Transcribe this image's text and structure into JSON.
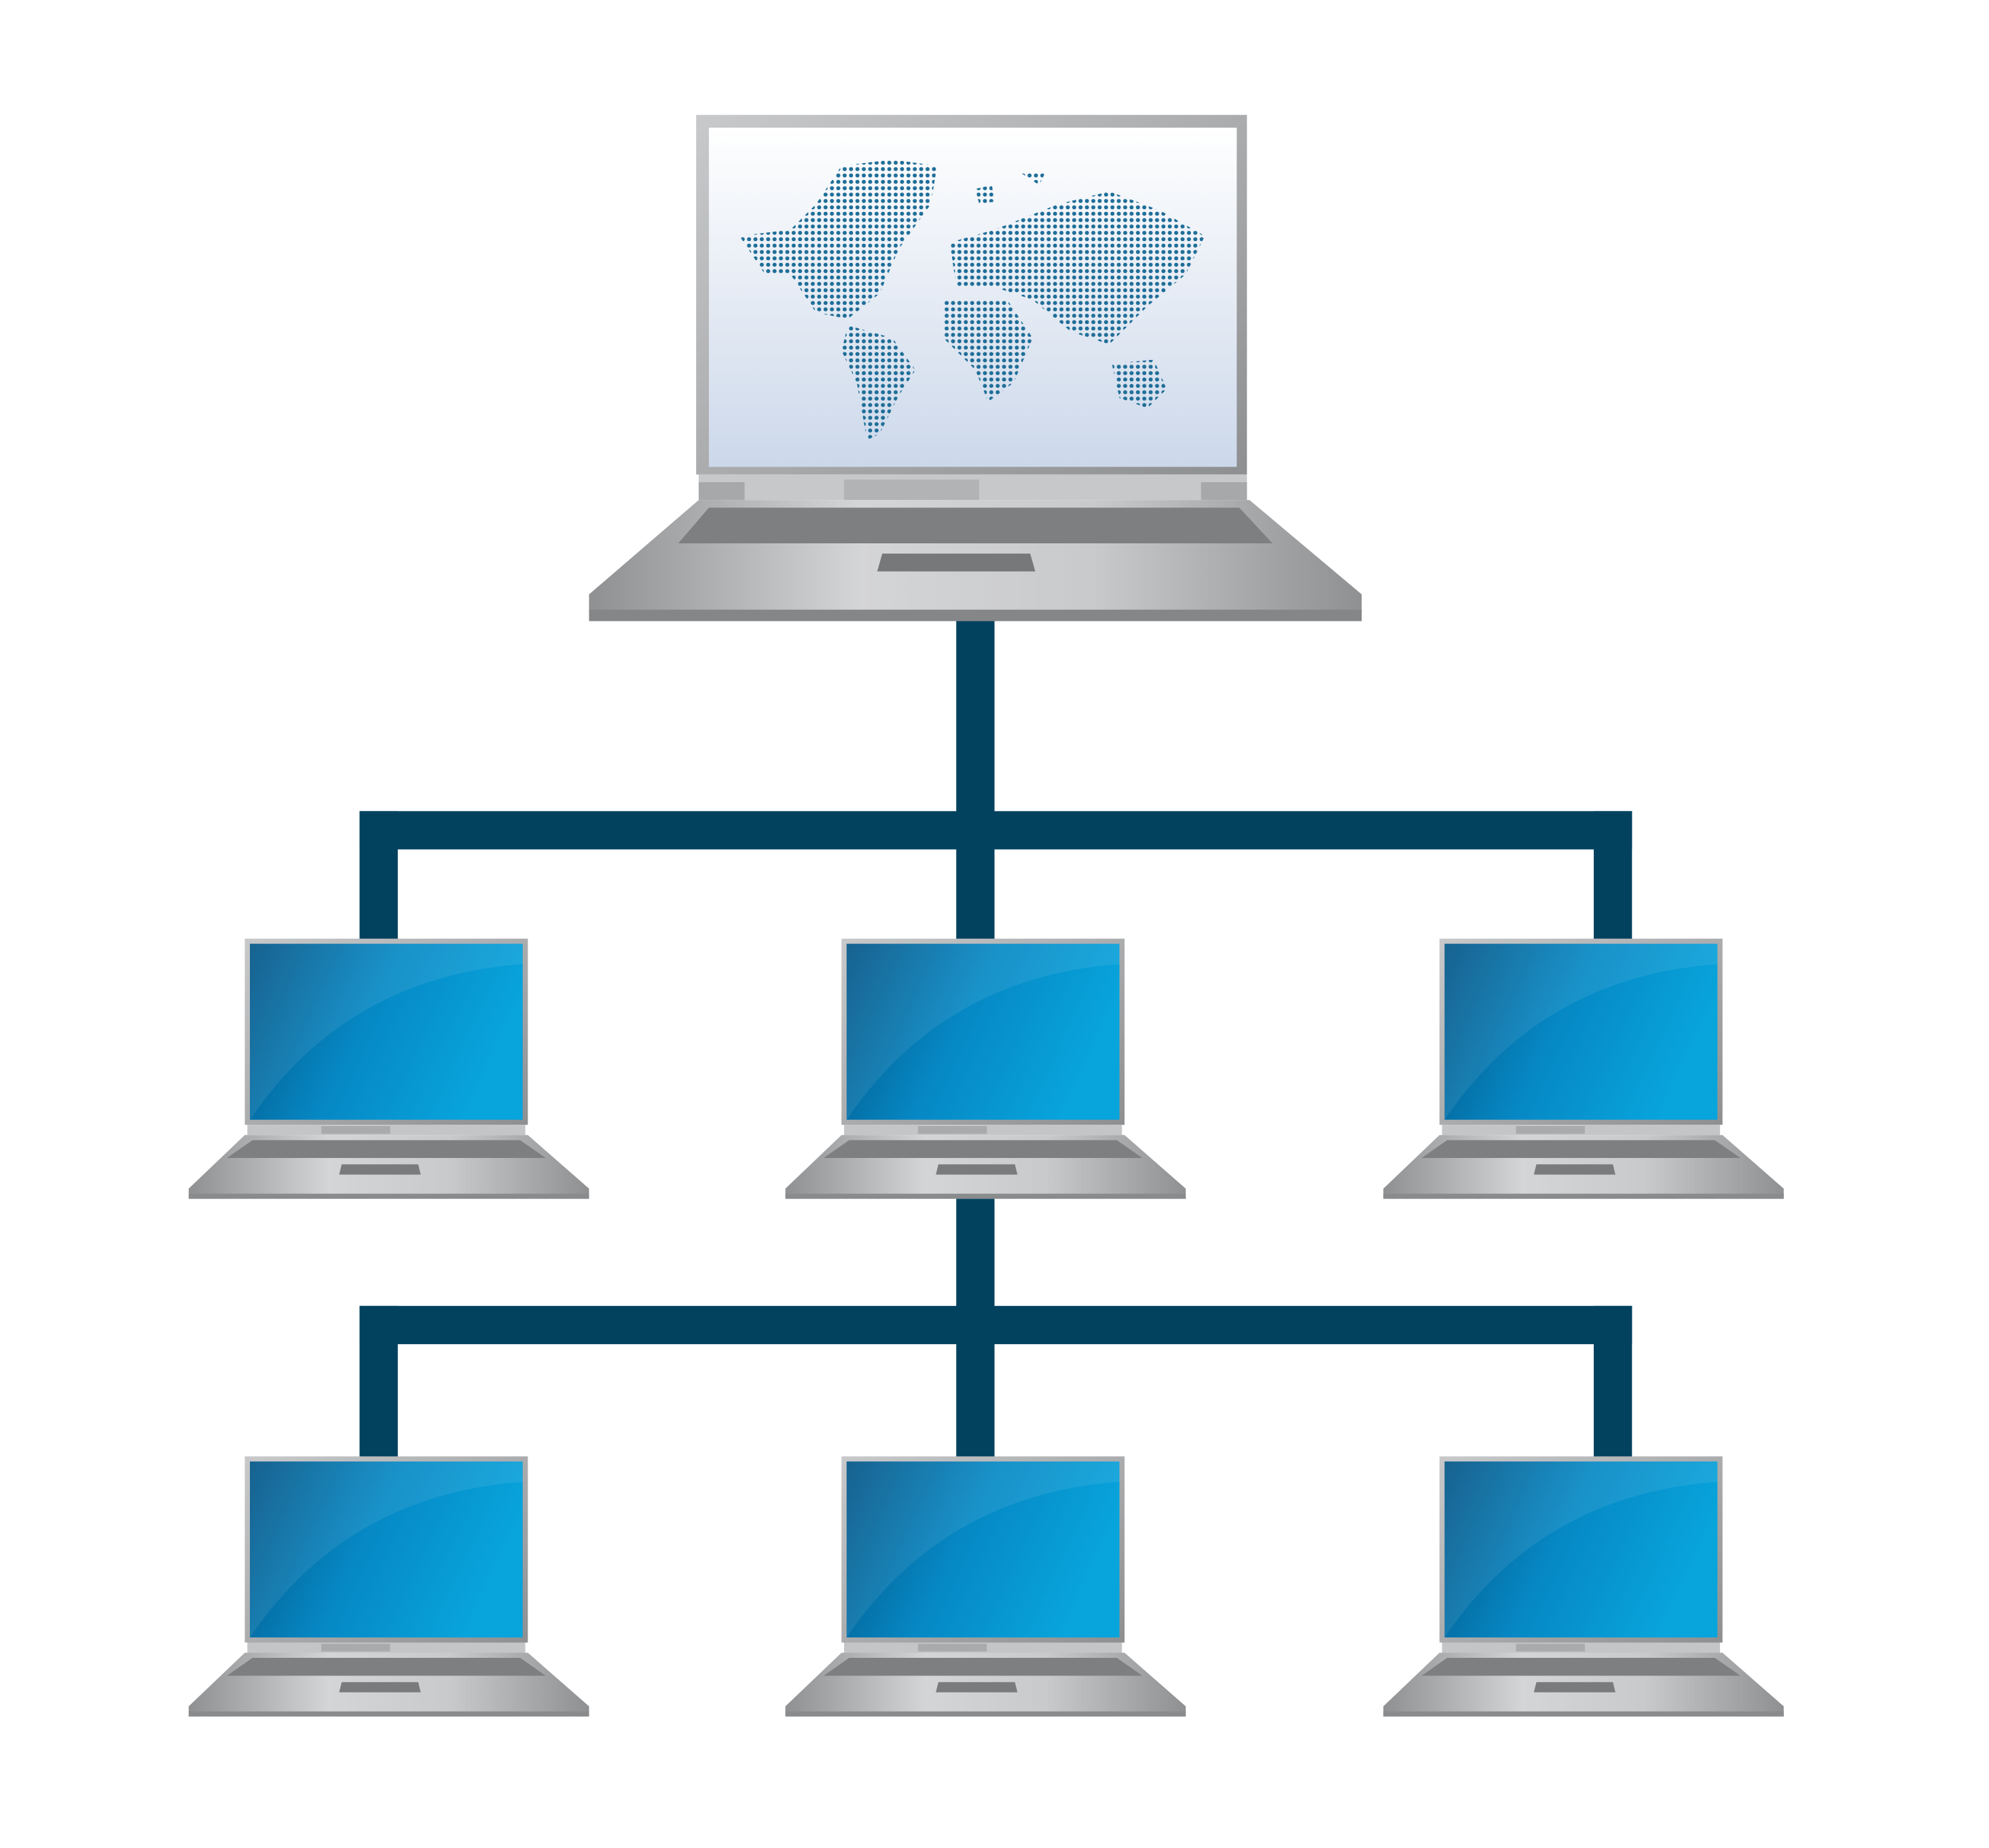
{
  "diagram": {
    "type": "network-hierarchy",
    "root": {
      "icon": "laptop-world-map-icon"
    },
    "levels": [
      {
        "count": 3,
        "icon": "laptop-icon"
      },
      {
        "count": 3,
        "icon": "laptop-icon",
        "parent_index": 1
      }
    ]
  },
  "colors": {
    "connector": "#02425f",
    "screen_dark": "#045a8a",
    "screen_light": "#08a4dc",
    "laptop_body": "#b8b9bb",
    "map_dots": "#1f6e98"
  }
}
